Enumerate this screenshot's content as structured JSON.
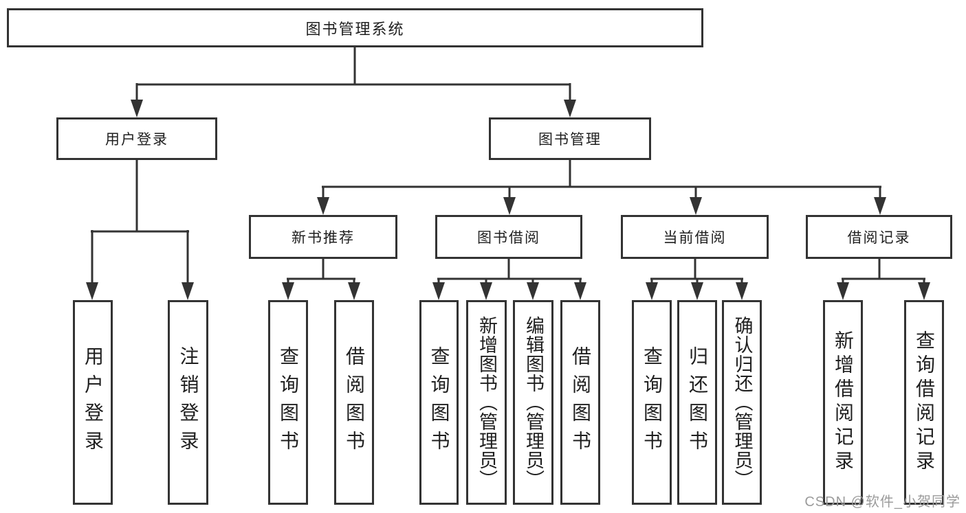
{
  "diagram": {
    "nodes": {
      "root": "图书管理系统",
      "user_login": "用户登录",
      "book_mgmt": "图书管理",
      "new_book": "新书推荐",
      "book_borrow": "图书借阅",
      "current_borrow": "当前借阅",
      "borrow_records": "借阅记录",
      "leaves": {
        "user_login": "用户登录",
        "logout": "注销登录",
        "nb_query": "查询图书",
        "nb_borrow": "借阅图书",
        "bb_query": "查询图书",
        "bb_add": "新增图书（管理员）",
        "bb_edit": "编辑图书（管理员）",
        "bb_borrow": "借阅图书",
        "cb_query": "查询图书",
        "cb_return": "归还图书",
        "cb_confirm": "确认归还（管理员）",
        "br_add": "新增借阅记录",
        "br_query": "查询借阅记录"
      }
    },
    "colors": {
      "line": "#333333",
      "text": "#1f1f1f",
      "watermark": "#9b9b9b",
      "background": "#ffffff"
    }
  },
  "watermark": "CSDN @软件_小贺同学"
}
